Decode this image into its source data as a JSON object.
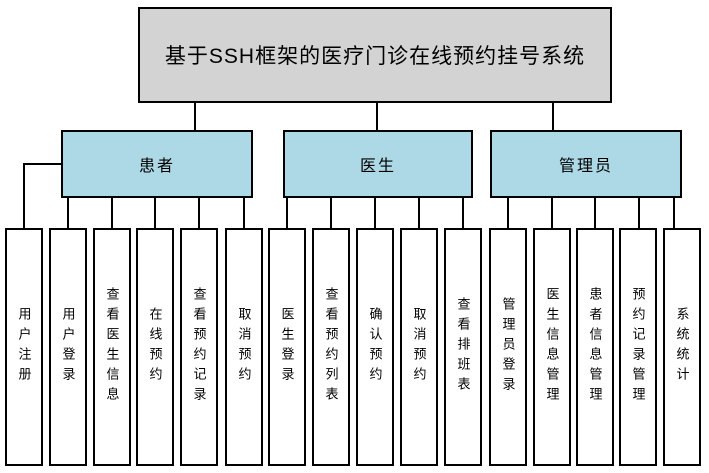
{
  "title": "基于SSH框架的医疗门诊在线预约挂号系统",
  "groups": [
    {
      "label": "患者",
      "children": [
        "用户注册",
        "用户登录",
        "查看医生信息",
        "在线预约",
        "查看预约记录",
        "取消预约"
      ]
    },
    {
      "label": "医生",
      "children": [
        "医生登录",
        "查看预约列表",
        "确认预约",
        "取消预约",
        "查看排班表"
      ]
    },
    {
      "label": "管理员",
      "children": [
        "管理员登录",
        "医生信息管理",
        "患者信息管理",
        "预约记录管理",
        "系统统计"
      ]
    }
  ],
  "colors": {
    "title_fill": "#d3d3d3",
    "group_fill": "#add8e6",
    "leaf_fill": "#ffffff",
    "line_color": "#000000",
    "page_bg": "#ffffff"
  }
}
